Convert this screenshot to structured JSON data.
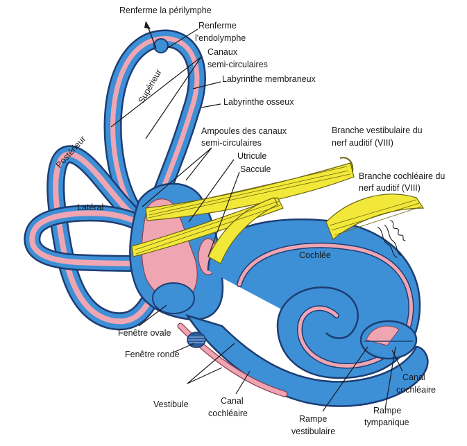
{
  "colors": {
    "bony_labyrinth": "#3d8fd6",
    "outline": "#1d3d73",
    "membranous_labyrinth": "#f0a6b2",
    "nerve": "#f2e83a"
  },
  "labels": {
    "perilymph": "Renferme la périlymphe",
    "endolymph_1": "Renferme",
    "endolymph_2": "l'endolymphe",
    "canals_1": "Canaux",
    "canals_2": "semi-circulaires",
    "membranous": "Labyrinthe membraneux",
    "bony": "Labyrinthe osseux",
    "ampullae_1": "Ampoules des canaux",
    "ampullae_2": "semi-circulaires",
    "utricle": "Utricule",
    "saccule": "Saccule",
    "vest_branch_1": "Branche vestibulaire du",
    "vest_branch_2": "nerf auditif (VIII)",
    "coch_branch_1": "Branche cochléaire du",
    "coch_branch_2": "nerf auditif (VIII)",
    "superior": "Supérieur",
    "posterior": "Postérieur",
    "lateral": "Latéral",
    "cochlea": "Cochlée",
    "oval_window": "Fenêtre ovale",
    "round_window": "Fenêtre ronde",
    "vestibule": "Vestibule",
    "cochlear_canal_1": "Canal",
    "cochlear_canal_2": "cochléaire",
    "scala_vestibuli_1": "Rampe",
    "scala_vestibuli_2": "vestibulaire",
    "scala_tympani_1": "Rampe",
    "scala_tympani_2": "tympanique",
    "canal_coch_right_1": "Canal",
    "canal_coch_right_2": "cochléaire"
  }
}
